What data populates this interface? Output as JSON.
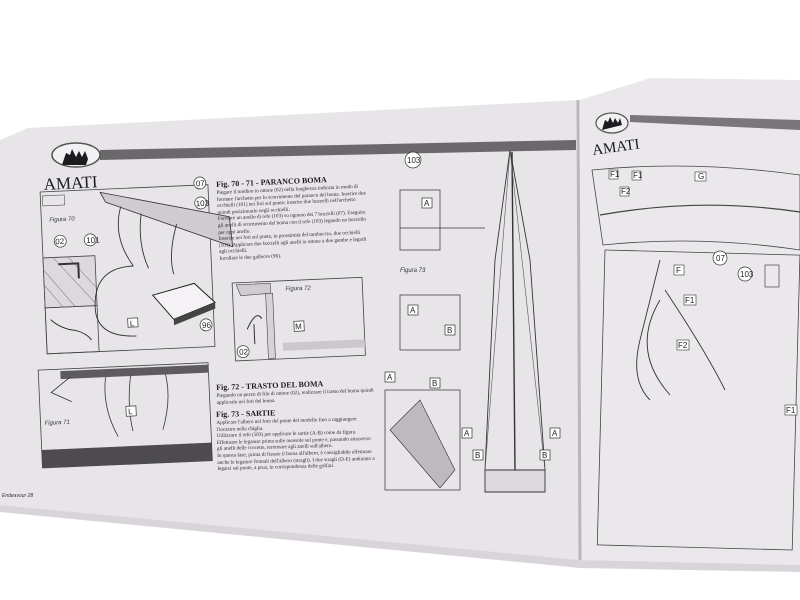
{
  "brand": {
    "logo_text": "AMATI"
  },
  "left_page": {
    "footer": "Endeavour 28",
    "figures": {
      "fig70": "Figura 70",
      "fig71": "Figura 71",
      "fig72": "Figura 72",
      "fig73": "Figura 73"
    },
    "part_labels": {
      "p02": "02",
      "p101": "101",
      "p07": "07",
      "p103": "103",
      "L": "L",
      "p96": "96",
      "M": "M",
      "A": "A",
      "B": "B"
    },
    "sections": [
      {
        "heading": "Fig. 70 - 71 - PARANCO BOMA",
        "paragraphs": [
          "Piegare il tondino in ottone (02) nella lunghezza indicata in modo di formare l'archetto per lo scorrimento del paranco del boma. Inserire due occhielli (101) nei fori sul ponte; inserire due bozzelli nell'archetto quindi posizionarlo negli occhielli.",
          "Formare un anello di refe (103) su ognuno dei 7 bozzelli (07). Eseguire gli anelli di scorrimento del boma con il refe (103) legando un bozzello per ogni anello.",
          "Inserire nei fori sul ponte, in prossimità del tambuccio, due occhielli (101). Applicare due bozzelli agli anelli in ottone a due gambe e legarli agli occhielli.",
          "Incollare le due galloces (96)."
        ]
      },
      {
        "heading": "Fig. 72 - TRASTO DEL BOMA",
        "paragraphs": [
          "Piegando un pezzo di filo di ottone (02), realizzare il trasto del boma quindi applicarlo nei fori del boma."
        ]
      },
      {
        "heading": "Fig. 73 - SARTIE",
        "paragraphs": [
          "Applicare l'albero nel foro del ponte del modello fino a raggiungere l'incastro nella chiglia.",
          "Utilizzare il refe (103) per applicare le sartie (A-B) come da figura. Effettuare le legature prima sulle mensole sul ponte e, passando attraverso gli anelli delle crocette, terminare agli anelli sull'albero.",
          "In questa fase, prima di fissare il boma all'albero, è consigliabile effettuare anche le legature frontali dell'albero (stragli). I due stragli (D-E) andranno a legarsi sul ponte, a prua, in corrispondenza delle golfari."
        ]
      }
    ]
  },
  "right_page": {
    "part_labels": {
      "F": "F",
      "F1": "F1",
      "F2": "F2",
      "G": "G",
      "p07": "07",
      "p103": "103"
    }
  },
  "colors": {
    "page": "#e9e6ea",
    "band": "#6b686c",
    "ink": "#2a282c",
    "background": "#ffffff"
  }
}
